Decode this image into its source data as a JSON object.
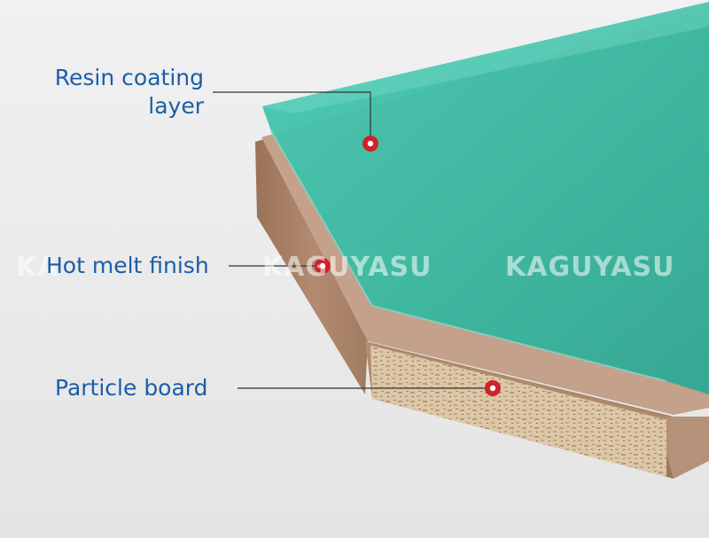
{
  "labels": {
    "resin_line1": "Resin coating",
    "resin_line2": "layer",
    "hot_melt": "Hot melt finish",
    "particle": "Particle board"
  },
  "watermark": {
    "text_center": "KAGUYASU",
    "text_right": "KAGUYASU",
    "text_left": "KA"
  },
  "colors": {
    "label_text": "#1a5ea8",
    "resin": "#3fbfa8",
    "marker": "#d0202a",
    "veneer": "#a88066",
    "particle": "#d8c3a5",
    "background": "#ececec"
  }
}
